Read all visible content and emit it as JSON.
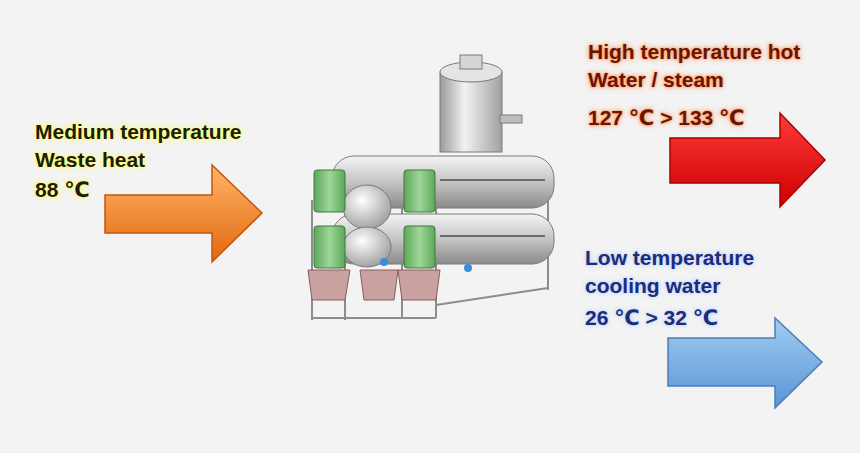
{
  "diagram": {
    "labels": [
      "Medium temperature Waste heat",
      "88 ℃",
      "High temperature hot Water / steam",
      "127 ℃ > 133 ℃",
      "Low temperature cooling water",
      "26 ℃ > 32 ℃"
    ]
  }
}
